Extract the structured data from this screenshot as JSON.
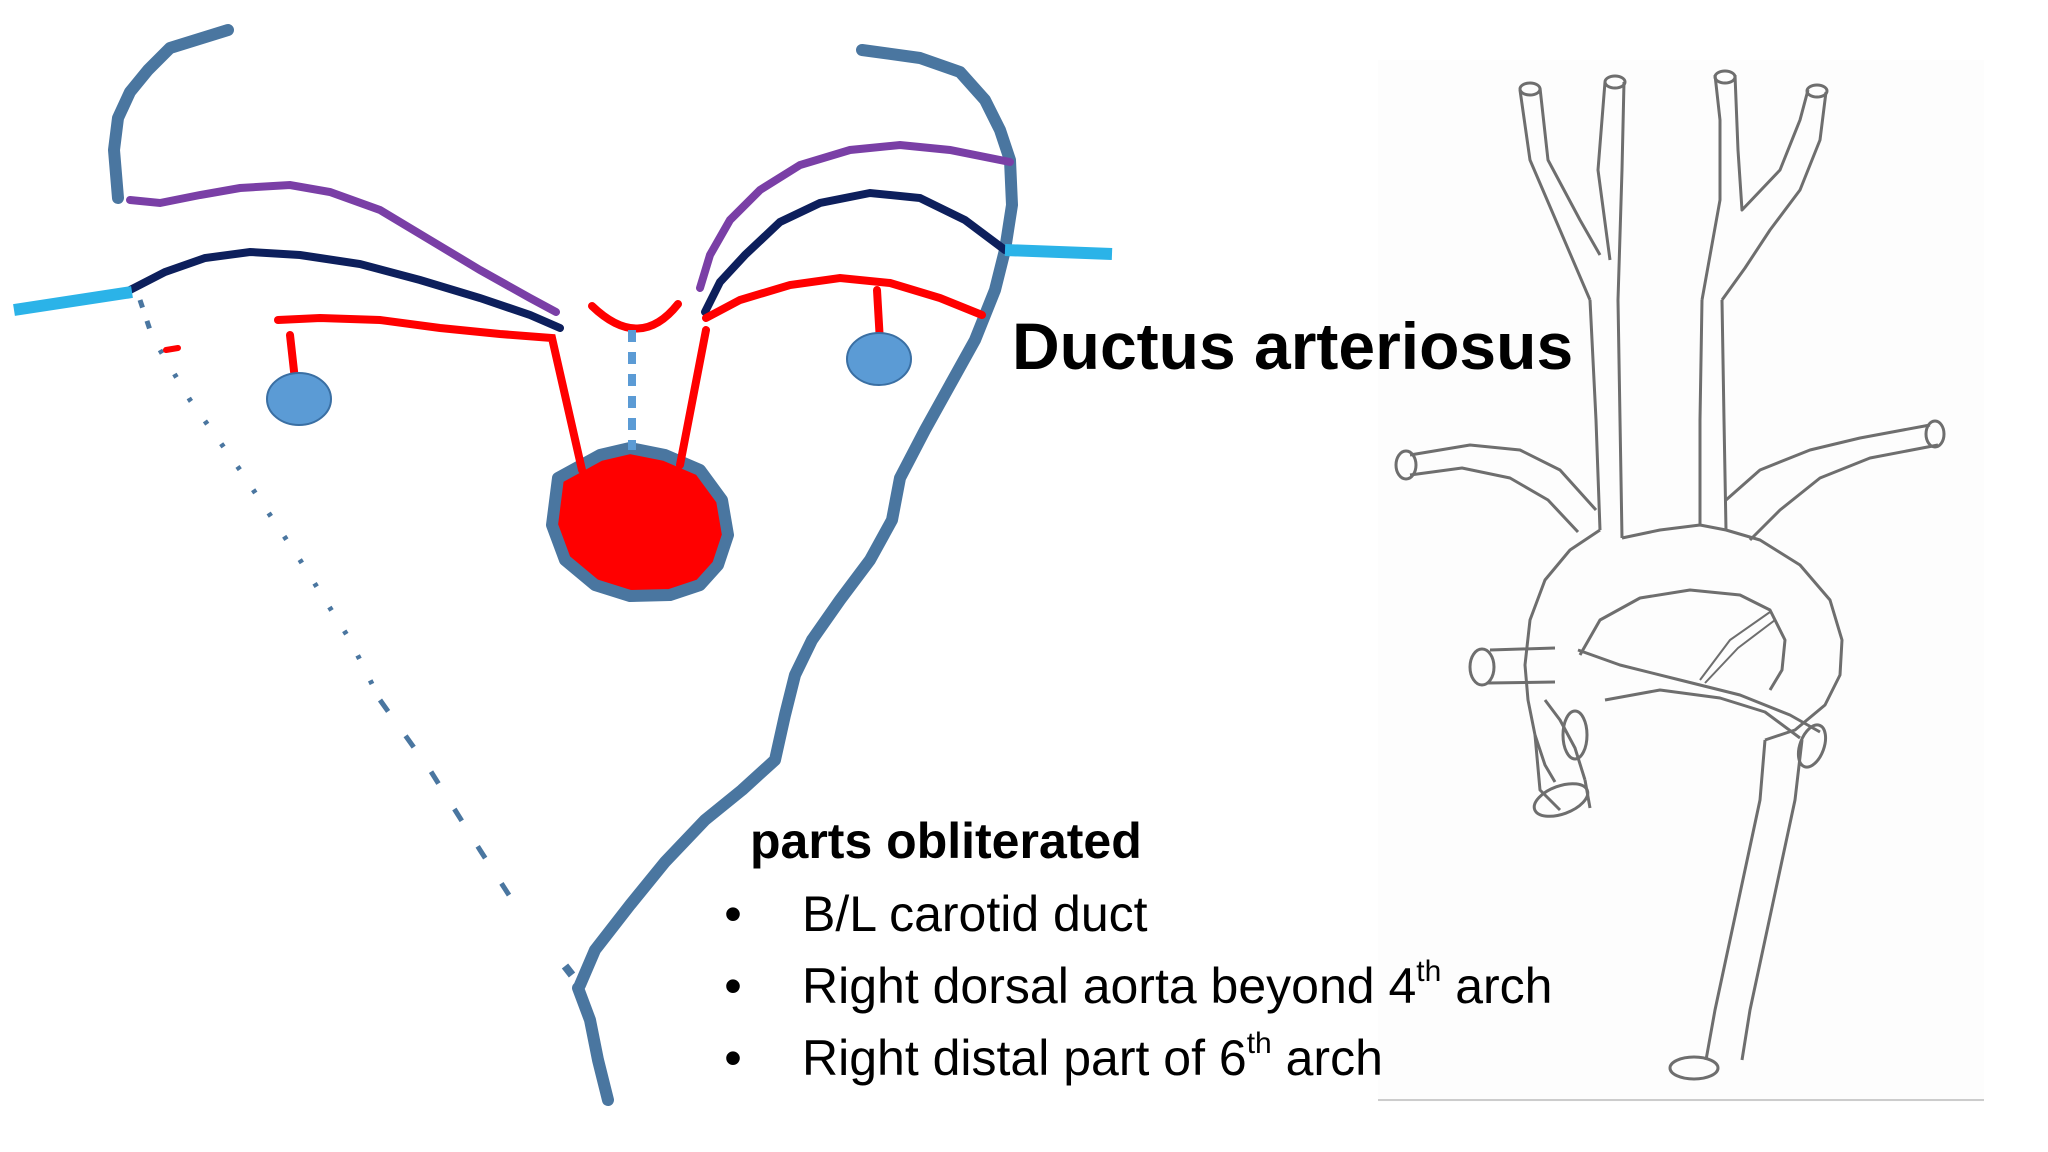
{
  "slide": {
    "title": "Ductus arteriosus",
    "section_heading": "parts obliterated",
    "bullets": [
      {
        "text": "B/L carotid duct",
        "ordinal": "",
        "suffix": "",
        "tail": ""
      },
      {
        "text": "Right dorsal aorta beyond 4",
        "ordinal": "th",
        "suffix": " arch",
        "tail": ""
      },
      {
        "text": "Right distal part of 6",
        "ordinal": "th",
        "suffix": " arch",
        "tail": ""
      }
    ],
    "bullet_glyph": "•"
  },
  "colors": {
    "outline": "#4a76a0",
    "arch_purple": "#7a3fa6",
    "arch_navy": "#0d1f5c",
    "arch_red": "#ff0000",
    "cyan": "#2bb3e8",
    "node_blue": "#5b9bd5",
    "sketch": "#6e6e6e"
  }
}
